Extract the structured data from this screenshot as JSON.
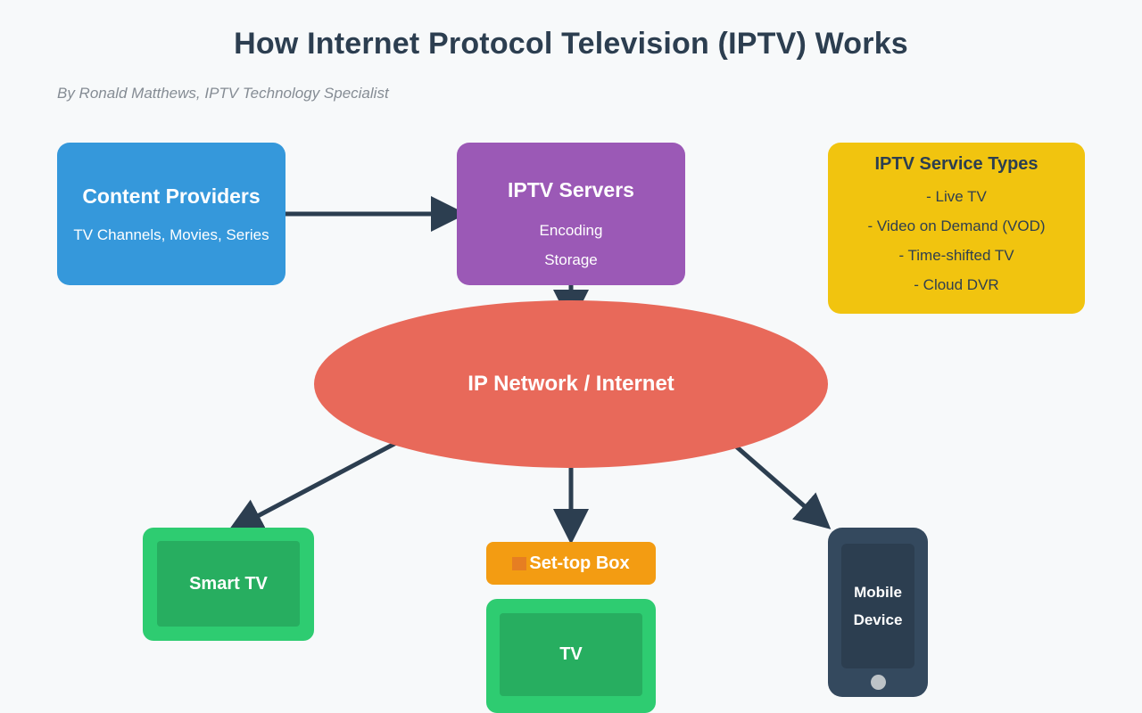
{
  "header": {
    "title": "How Internet Protocol Television (IPTV) Works",
    "byline": "By Ronald Matthews, IPTV Technology Specialist"
  },
  "nodes": {
    "content_providers": {
      "title": "Content Providers",
      "subtitle": "TV Channels, Movies, Series",
      "color": "#3598db"
    },
    "iptv_servers": {
      "title": "IPTV Servers",
      "line1": "Encoding",
      "line2": "Storage",
      "color": "#9b59b6"
    },
    "service_types": {
      "title": "IPTV Service Types",
      "items": [
        "- Live TV",
        "- Video on Demand (VOD)",
        "- Time-shifted TV",
        "- Cloud DVR"
      ],
      "color": "#f1c40f"
    },
    "network": {
      "title": "IP Network / Internet",
      "color": "#e8695a"
    },
    "smart_tv": {
      "title": "Smart TV",
      "color": "#2ecc71",
      "screen_color": "#27ae60"
    },
    "set_top_box": {
      "title": "Set-top Box",
      "color": "#f39c12",
      "led_color": "#e67e22"
    },
    "tv": {
      "title": "TV",
      "color": "#2ecc71",
      "screen_color": "#27ae60"
    },
    "mobile": {
      "title": "Mobile Device",
      "color": "#34495e",
      "screen_color": "#2c3e50",
      "home_button_color": "#bdc3c7"
    }
  },
  "colors": {
    "background": "#f7f9fa",
    "arrow": "#2c3e50",
    "title_text": "#2c3e50",
    "byline_text": "#858c94"
  }
}
